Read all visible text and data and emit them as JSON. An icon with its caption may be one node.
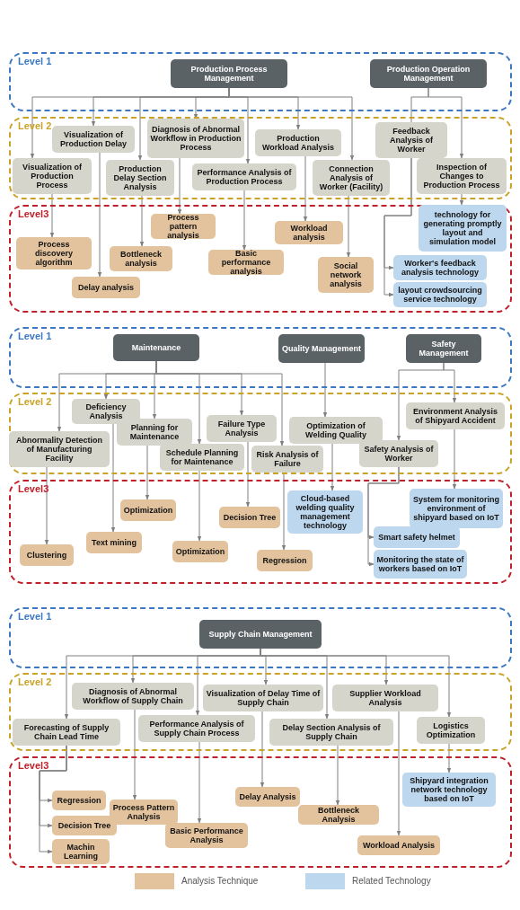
{
  "diagram": {
    "nodes": [
      {
        "text": [
          "Level 1"
        ]
      },
      {
        "text": [
          "Production Process Management"
        ],
        "in": 0
      },
      {
        "text": [
          "Production Operation Management"
        ],
        "in": 0
      },
      {
        "text": [
          "Level 2"
        ]
      },
      {
        "text": [
          "Visualization of Production Delay"
        ],
        "in": 3
      },
      {
        "text": [
          "Diagnosis of Abnormal Workflow in Production Process"
        ],
        "in": 3
      },
      {
        "text": [
          "Production Workload Analysis"
        ],
        "in": 3
      },
      {
        "text": [
          "Feedback Analysis of Worker"
        ],
        "in": 3
      },
      {
        "text": [
          "Visualization of Production Process"
        ],
        "in": 3
      },
      {
        "text": [
          "Production Delay Section Analysis"
        ],
        "in": 3
      },
      {
        "text": [
          "Performance Analysis of Production Process"
        ],
        "in": 3
      },
      {
        "text": [
          "Connection Analysis of Worker (Facility)"
        ],
        "in": 3
      },
      {
        "text": [
          "Inspection of Changes to Production Process"
        ],
        "in": 3
      },
      {
        "text": [
          "Level3"
        ]
      },
      {
        "text": [
          "Process pattern analysis"
        ],
        "in": 13
      },
      {
        "text": [
          "Workload analysis"
        ],
        "in": 13
      },
      {
        "text": [
          "technology for generating promptly layout and simulation model"
        ],
        "in": 13
      },
      {
        "text": [
          "Process discovery algorithm"
        ],
        "in": 13
      },
      {
        "text": [
          "Bottleneck analysis"
        ],
        "in": 13
      },
      {
        "text": [
          "Basic performance analysis"
        ],
        "in": 13
      },
      {
        "text": [
          "Worker's feedback analysis technology"
        ],
        "in": 13
      },
      {
        "text": [
          "Social network analysis"
        ],
        "in": 13
      },
      {
        "text": [
          "Delay analysis"
        ],
        "in": 13
      },
      {
        "text": [
          "layout crowdsourcing service technology"
        ],
        "in": 13
      },
      {
        "text": [
          "Level 1"
        ]
      },
      {
        "text": [
          "Maintenance"
        ],
        "in": 24
      },
      {
        "text": [
          "Quality Management"
        ],
        "in": 24
      },
      {
        "text": [
          "Safety Management"
        ],
        "in": 24
      },
      {
        "text": [
          "Level 2"
        ]
      },
      {
        "text": [
          "Deficiency Analysis"
        ],
        "in": 28
      },
      {
        "text": [
          "Environment Analysis of Shipyard Accident"
        ],
        "in": 28
      },
      {
        "text": [
          "Planning for Maintenance"
        ],
        "in": 28
      },
      {
        "text": [
          "Failure Type Analysis"
        ],
        "in": 28
      },
      {
        "text": [
          "Optimization of Welding Quality"
        ],
        "in": 28
      },
      {
        "text": [
          "Abnormality Detection of Manufacturing Facility"
        ],
        "in": 28
      },
      {
        "text": [
          "Safety Analysis of Worker"
        ],
        "in": 28
      },
      {
        "text": [
          "Schedule Planning for Maintenance"
        ],
        "in": 28
      },
      {
        "text": [
          "Risk Analysis of Failure"
        ],
        "in": 28
      },
      {
        "text": [
          "Level3"
        ]
      },
      {
        "text": [
          "System for monitoring environment of shipyard based on IoT"
        ],
        "in": 38
      },
      {
        "text": [
          "Optimization"
        ],
        "in": 38
      },
      {
        "text": [
          "Cloud-based welding quality management technology"
        ],
        "in": 38
      },
      {
        "text": [
          "Decision Tree"
        ],
        "in": 38
      },
      {
        "text": [
          "Smart safety helmet"
        ],
        "in": 38
      },
      {
        "text": [
          "Text mining"
        ],
        "in": 38
      },
      {
        "text": [
          "Clustering"
        ],
        "in": 38
      },
      {
        "text": [
          "Optimization"
        ],
        "in": 38
      },
      {
        "text": [
          "Regression"
        ],
        "in": 38
      },
      {
        "text": [
          "Monitoring the state of workers based on IoT"
        ],
        "in": 38
      },
      {
        "text": [
          "Level 1"
        ]
      },
      {
        "text": [
          "Supply Chain Management"
        ],
        "in": 49
      },
      {
        "text": [
          "Level 2"
        ]
      },
      {
        "text": [
          "Diagnosis of Abnormal Workflow of Supply Chain"
        ],
        "in": 51
      },
      {
        "text": [
          "Visualization of Delay Time of Supply Chain"
        ],
        "in": 51
      },
      {
        "text": [
          "Supplier Workload Analysis"
        ],
        "in": 51
      },
      {
        "text": [
          "Forecasting of Supply Chain Lead Time"
        ],
        "in": 51
      },
      {
        "text": [
          "Performance Analysis of Supply Chain Process"
        ],
        "in": 51
      },
      {
        "text": [
          "Delay Section Analysis of Supply Chain"
        ],
        "in": 51
      },
      {
        "text": [
          "Logistics Optimization"
        ],
        "in": 51
      },
      {
        "text": [
          "Level3"
        ]
      },
      {
        "text": [
          "Shipyard integration network technology based on IoT"
        ],
        "in": 59
      },
      {
        "text": [
          "Delay Analysis"
        ],
        "in": 59
      },
      {
        "text": [
          "Regression"
        ],
        "in": 59
      },
      {
        "text": [
          "Process Pattern Analysis"
        ],
        "in": 59
      },
      {
        "text": [
          "Bottleneck Analysis"
        ],
        "in": 59
      },
      {
        "text": [
          "Decision Tree"
        ],
        "in": 59
      },
      {
        "text": [
          "Basic Performance Analysis"
        ],
        "in": 59
      },
      {
        "text": [
          "Workload Analysis"
        ],
        "in": 59
      },
      {
        "text": [
          "Machin Learning"
        ],
        "in": 59
      }
    ],
    "edges": [
      {
        "from": 1,
        "to": 8,
        "arrow": "to"
      },
      {
        "from": 1,
        "to": 4,
        "arrow": "to"
      },
      {
        "from": 1,
        "to": 9,
        "arrow": "to"
      },
      {
        "from": 1,
        "to": 5,
        "arrow": "to"
      },
      {
        "from": 1,
        "to": 10,
        "arrow": "to"
      },
      {
        "from": 1,
        "to": 6,
        "arrow": "to"
      },
      {
        "from": 1,
        "to": 11,
        "arrow": "to"
      },
      {
        "from": 2,
        "to": 7,
        "arrow": "none"
      },
      {
        "from": 2,
        "to": 12,
        "arrow": "to"
      },
      {
        "from": 8,
        "to": 17,
        "arrow": "to"
      },
      {
        "from": 4,
        "to": 22,
        "arrow": "to"
      },
      {
        "from": 9,
        "to": 18,
        "arrow": "to"
      },
      {
        "from": 5,
        "to": 14,
        "arrow": "to"
      },
      {
        "from": 10,
        "to": 19,
        "arrow": "to"
      },
      {
        "from": 6,
        "to": 15,
        "arrow": "to"
      },
      {
        "from": 11,
        "to": 21,
        "arrow": "to"
      },
      {
        "from": 12,
        "to": 16,
        "arrow": "to"
      },
      {
        "from": 7,
        "to": 20,
        "arrow": "to"
      },
      {
        "from": 7,
        "to": 23,
        "arrow": "to"
      },
      {
        "from": 25,
        "to": 34,
        "arrow": "to"
      },
      {
        "from": 25,
        "to": 29,
        "arrow": "to"
      },
      {
        "from": 25,
        "to": 31,
        "arrow": "to"
      },
      {
        "from": 25,
        "to": 36,
        "arrow": "to"
      },
      {
        "from": 25,
        "to": 32,
        "arrow": "to"
      },
      {
        "from": 25,
        "to": 37,
        "arrow": "to"
      },
      {
        "from": 26,
        "to": 33,
        "arrow": "to"
      },
      {
        "from": 27,
        "to": 35,
        "arrow": "to"
      },
      {
        "from": 27,
        "to": 30,
        "arrow": "to"
      },
      {
        "from": 34,
        "to": 45,
        "arrow": "to"
      },
      {
        "from": 29,
        "to": 44,
        "arrow": "to"
      },
      {
        "from": 31,
        "to": 40,
        "arrow": "to"
      },
      {
        "from": 36,
        "to": 46,
        "arrow": "to"
      },
      {
        "from": 32,
        "to": 42,
        "arrow": "to"
      },
      {
        "from": 37,
        "to": 47,
        "arrow": "to"
      },
      {
        "from": 33,
        "to": 41,
        "arrow": "to"
      },
      {
        "from": 35,
        "to": 43,
        "arrow": "to"
      },
      {
        "from": 35,
        "to": 48,
        "arrow": "to"
      },
      {
        "from": 30,
        "to": 39,
        "arrow": "to"
      },
      {
        "from": 50,
        "to": 55,
        "arrow": "to"
      },
      {
        "from": 50,
        "to": 52,
        "arrow": "to"
      },
      {
        "from": 50,
        "to": 56,
        "arrow": "to"
      },
      {
        "from": 50,
        "to": 53,
        "arrow": "to"
      },
      {
        "from": 50,
        "to": 57,
        "arrow": "to"
      },
      {
        "from": 50,
        "to": 54,
        "arrow": "to"
      },
      {
        "from": 50,
        "to": 58,
        "arrow": "to"
      },
      {
        "from": 55,
        "to": 62,
        "arrow": "to"
      },
      {
        "from": 55,
        "to": 65,
        "arrow": "to"
      },
      {
        "from": 55,
        "to": 68,
        "arrow": "to"
      },
      {
        "from": 52,
        "to": 63,
        "arrow": "to"
      },
      {
        "from": 56,
        "to": 66,
        "arrow": "to"
      },
      {
        "from": 53,
        "to": 61,
        "arrow": "to"
      },
      {
        "from": 57,
        "to": 64,
        "arrow": "to"
      },
      {
        "from": 54,
        "to": 67,
        "arrow": "to"
      },
      {
        "from": 58,
        "to": 60,
        "arrow": "to"
      }
    ],
    "legend": [
      {
        "text": "Analysis Technique",
        "color": "#e3c39d"
      },
      {
        "text": "Related Technology",
        "color": "#bdd7ee"
      }
    ]
  }
}
